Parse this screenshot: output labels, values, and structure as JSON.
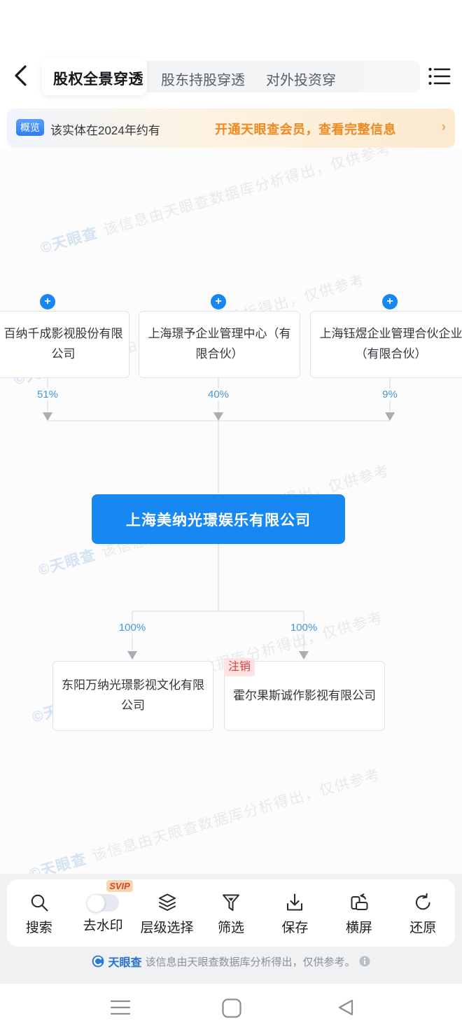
{
  "header": {
    "tabs": [
      {
        "label": "股权全景穿透",
        "active": true
      },
      {
        "label": "股东持股穿透",
        "active": false
      },
      {
        "label": "对外投资穿",
        "active": false
      }
    ]
  },
  "banner": {
    "badge": "概览",
    "text": "该实体在2024年约有",
    "link": "开通天眼查会员，查看完整信息",
    "chevron": "›"
  },
  "watermark": {
    "logo": "©天眼查",
    "body": "该信息由天眼查数据库分析得出，仅供参考"
  },
  "chart": {
    "root": {
      "name": "上海美纳光璟娱乐有限公司"
    },
    "parents": [
      {
        "name": "百纳千成影视股份有限公司",
        "percent": "51%"
      },
      {
        "name": "上海璟予企业管理中心（有限合伙）",
        "percent": "40%"
      },
      {
        "name": "上海钰煜企业管理合伙企业（有限合伙）",
        "percent": "9%"
      }
    ],
    "children": [
      {
        "name": "东阳万纳光璟影视文化有限公司",
        "percent": "100%"
      },
      {
        "name": "霍尔果斯诚作影视有限公司",
        "percent": "100%",
        "badge": "注销"
      }
    ],
    "plus_icon": "+"
  },
  "toolbar": {
    "items": [
      {
        "label": "搜索",
        "icon": "search-icon"
      },
      {
        "label": "去水印",
        "icon": "toggle-switch",
        "badge": "SVIP"
      },
      {
        "label": "层级选择",
        "icon": "layers-icon"
      },
      {
        "label": "筛选",
        "icon": "filter-icon"
      },
      {
        "label": "保存",
        "icon": "download-icon"
      },
      {
        "label": "横屏",
        "icon": "rotate-screen-icon"
      },
      {
        "label": "还原",
        "icon": "reset-icon"
      }
    ]
  },
  "footer": {
    "logo": "天眼查",
    "text": "该信息由天眼查数据库分析得出，仅供参考。"
  },
  "colors": {
    "accent_blue": "#1787f2",
    "percent_blue": "#4496d6",
    "cancelled_red": "#e03a3a",
    "link_orange": "#ee8a21"
  }
}
